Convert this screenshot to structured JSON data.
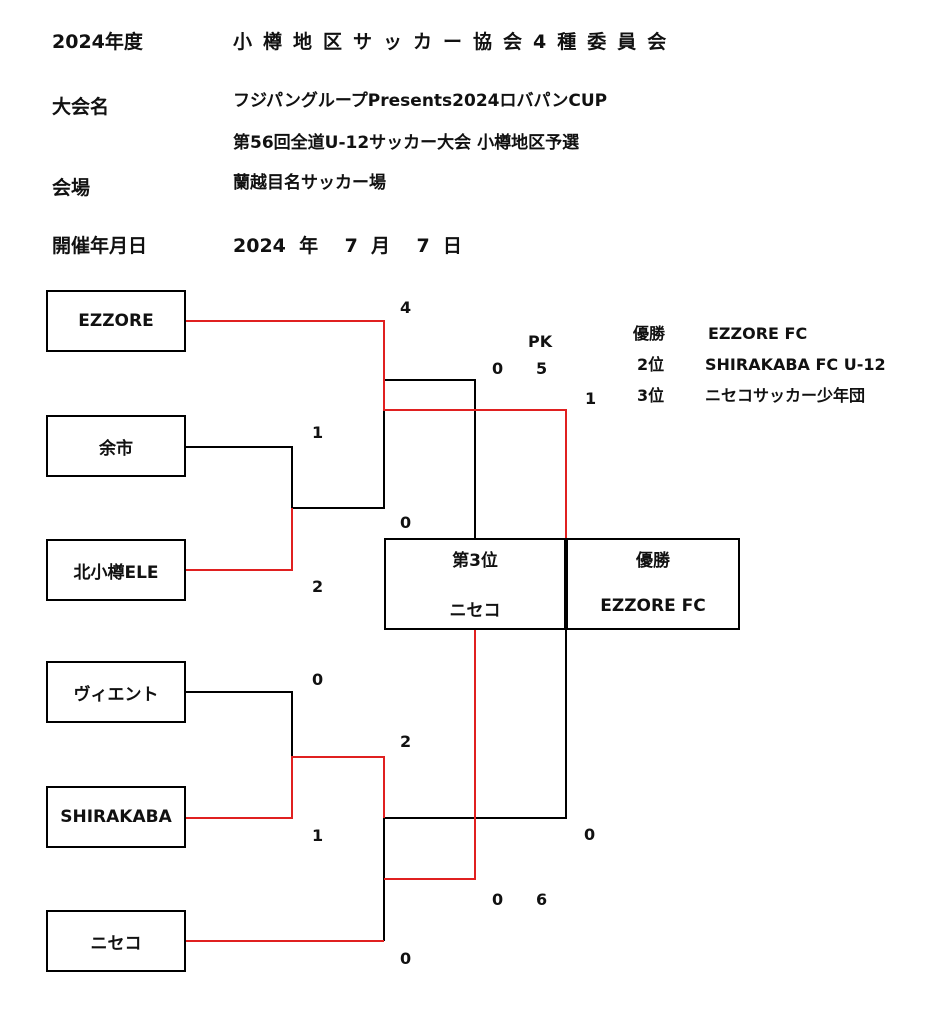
{
  "header": {
    "year": "2024年度",
    "association": "小樽地区サッカー協会4種委員会",
    "tournament_label": "大会名",
    "tournament_name_line1": "フジパングループPresents2024ロバパンCUP",
    "tournament_name_line2": "第56回全道U-12サッカー大会  小樽地区予選",
    "venue_label": "会場",
    "venue": "蘭越目名サッカー場",
    "date_label": "開催年月日",
    "date": "2024  年    7  月    7  日"
  },
  "teams": [
    "EZZORE",
    "余市",
    "北小樽ELE",
    "ヴィエント",
    "SHIRAKABA",
    "ニセコ"
  ],
  "scores": {
    "ezzore_r1": "4",
    "yoichi_r1": "1",
    "kitaotaru_r1": "2",
    "top_semi_lower": "0",
    "vient_r1": "0",
    "shirakaba_r1": "1",
    "bottom_semi_upper": "2",
    "niseko_r1": "0",
    "third_top": "0",
    "third_top_pk": "5",
    "third_bottom": "0",
    "third_bottom_pk": "6",
    "final_top": "1",
    "final_bottom": "0"
  },
  "pk_label": "PK",
  "results": [
    {
      "rank": "優勝",
      "team": "EZZORE FC"
    },
    {
      "rank": "2位",
      "team": "SHIRAKABA FC U-12"
    },
    {
      "rank": "3位",
      "team": "ニセコサッカー少年団"
    }
  ],
  "third_place_box": {
    "title": "第3位",
    "team": "ニセコ"
  },
  "champion_box": {
    "title": "優勝",
    "team": "EZZORE FC"
  },
  "colors": {
    "winner_line": "#e02020",
    "line": "#000000"
  }
}
